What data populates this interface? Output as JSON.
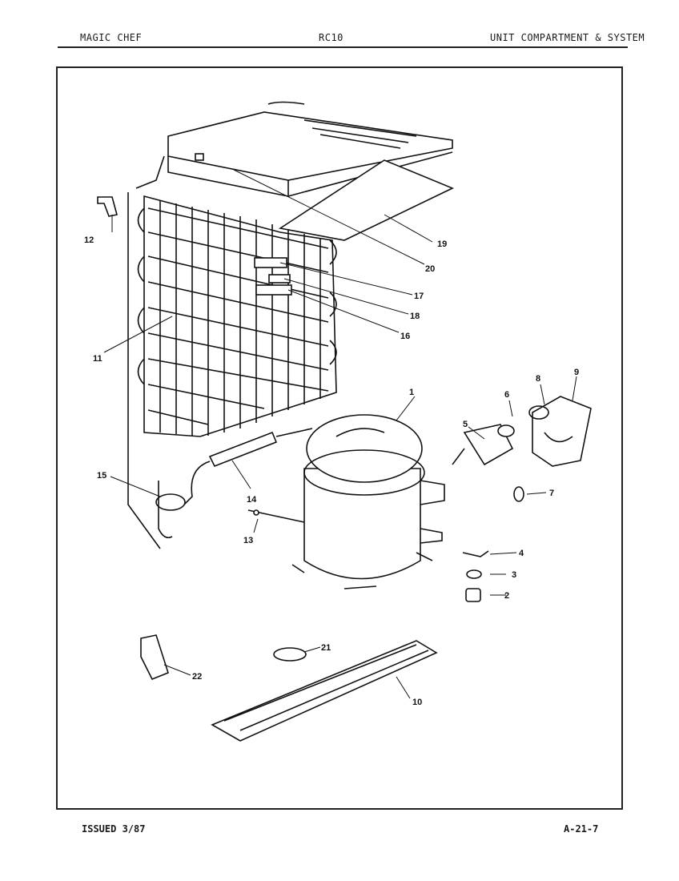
{
  "header": {
    "left": "MAGIC CHEF",
    "center": "RC10",
    "right": "UNIT COMPARTMENT & SYSTEM"
  },
  "footer": {
    "left": "ISSUED 3/87",
    "right": "A-21-7"
  },
  "callouts": [
    "1",
    "2",
    "3",
    "4",
    "5",
    "6",
    "7",
    "8",
    "9",
    "10",
    "11",
    "12",
    "13",
    "14",
    "15",
    "16",
    "17",
    "18",
    "19",
    "20",
    "21",
    "22"
  ]
}
